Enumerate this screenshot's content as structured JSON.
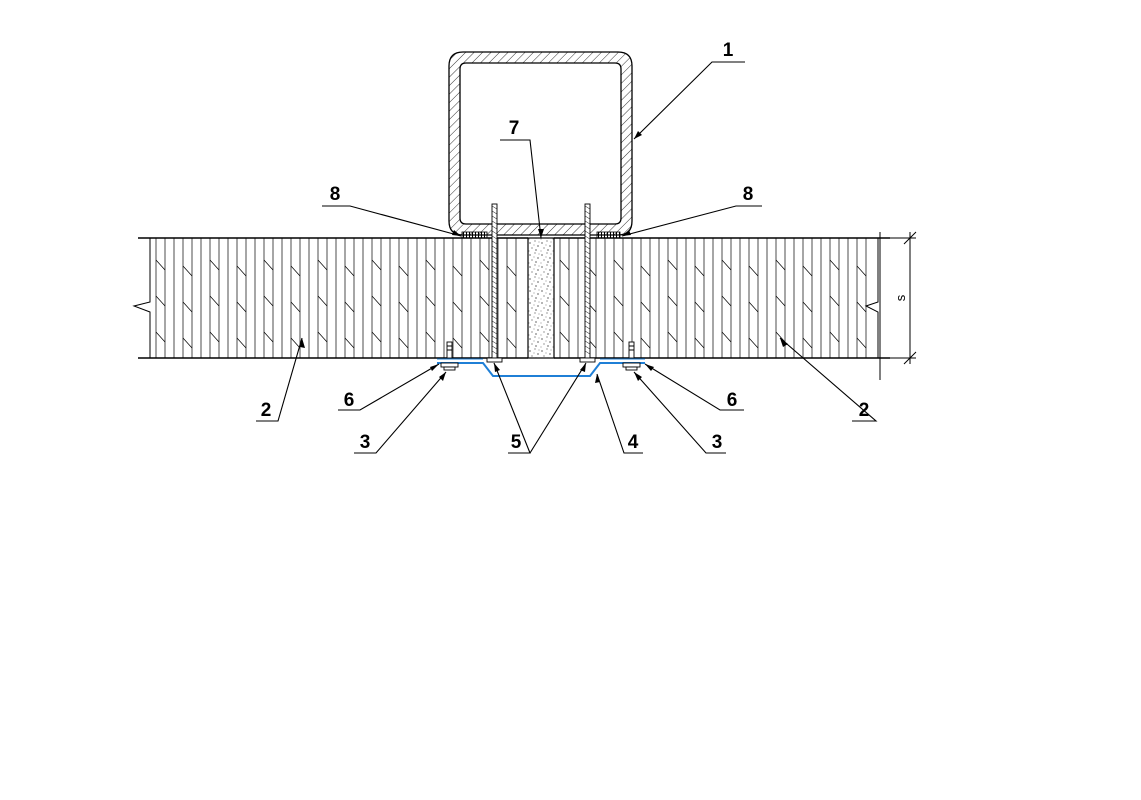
{
  "labels": {
    "l1": "1",
    "l2_left": "2",
    "l2_right": "2",
    "l3_left": "3",
    "l3_right": "3",
    "l4": "4",
    "l5": "5",
    "l6_left": "6",
    "l6_right": "6",
    "l7": "7",
    "l8_left": "8",
    "l8_right": "8"
  },
  "dimension": {
    "thickness": "s"
  },
  "colors": {
    "line": "#000000",
    "flashing": "#1f7fd6",
    "background": "#ffffff"
  }
}
